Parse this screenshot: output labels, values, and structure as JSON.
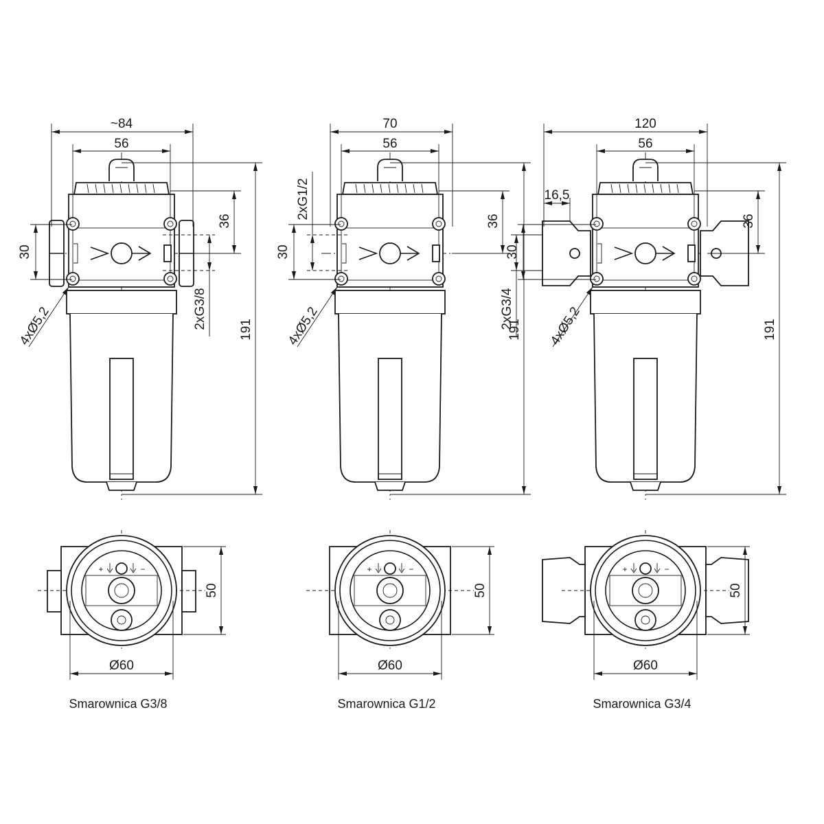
{
  "views": [
    {
      "title": "Smarownica G3/8",
      "width_dim": "~84",
      "head_dim": "56",
      "port_spacing_dim": "36",
      "flange_dim": "30",
      "thread_label": "2xG3/8",
      "holes_label": "4xØ5,2",
      "height_dim": "191",
      "depth_dim": "50",
      "bowl_dia_dim": "Ø60"
    },
    {
      "title": "Smarownica G1/2",
      "width_dim": "70",
      "head_dim": "56",
      "port_spacing_dim": "36",
      "flange_dim": "30",
      "thread_label": "2xG1/2",
      "holes_label": "4xØ5,2",
      "height_dim": "191",
      "depth_dim": "50",
      "bowl_dia_dim": "Ø60"
    },
    {
      "title": "Smarownica G3/4",
      "width_dim": "120",
      "head_dim": "56",
      "offset_dim": "16,5",
      "port_spacing_dim": "36",
      "flange_dim": "30",
      "thread_label": "2xG3/4",
      "holes_label": "4xØ5,2",
      "height_dim": "191",
      "depth_dim": "50",
      "bowl_dia_dim": "Ø60"
    }
  ],
  "bowl_markings": {
    "plus": "+",
    "minus": "−"
  }
}
